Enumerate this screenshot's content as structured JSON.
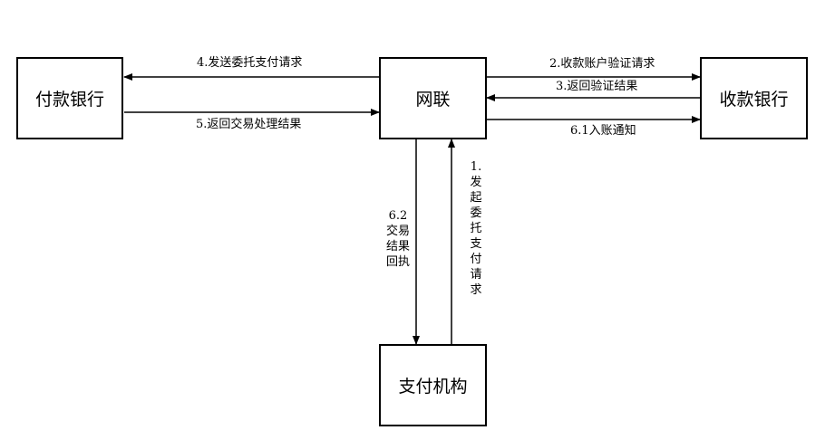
{
  "nodes": {
    "payer_bank": "付款银行",
    "unionpay": "网联",
    "payee_bank": "收款银行",
    "payment_institution": "支付机构"
  },
  "edges": {
    "step1": "1.发起委托支付请求",
    "step2": "2.收款账户验证请求",
    "step3": "3.返回验证结果",
    "step4": "4.发送委托支付请求",
    "step5": "5.返回交易处理结果",
    "step6_1": "6.1入账通知",
    "step6_2": "6.2交易结果回执"
  }
}
